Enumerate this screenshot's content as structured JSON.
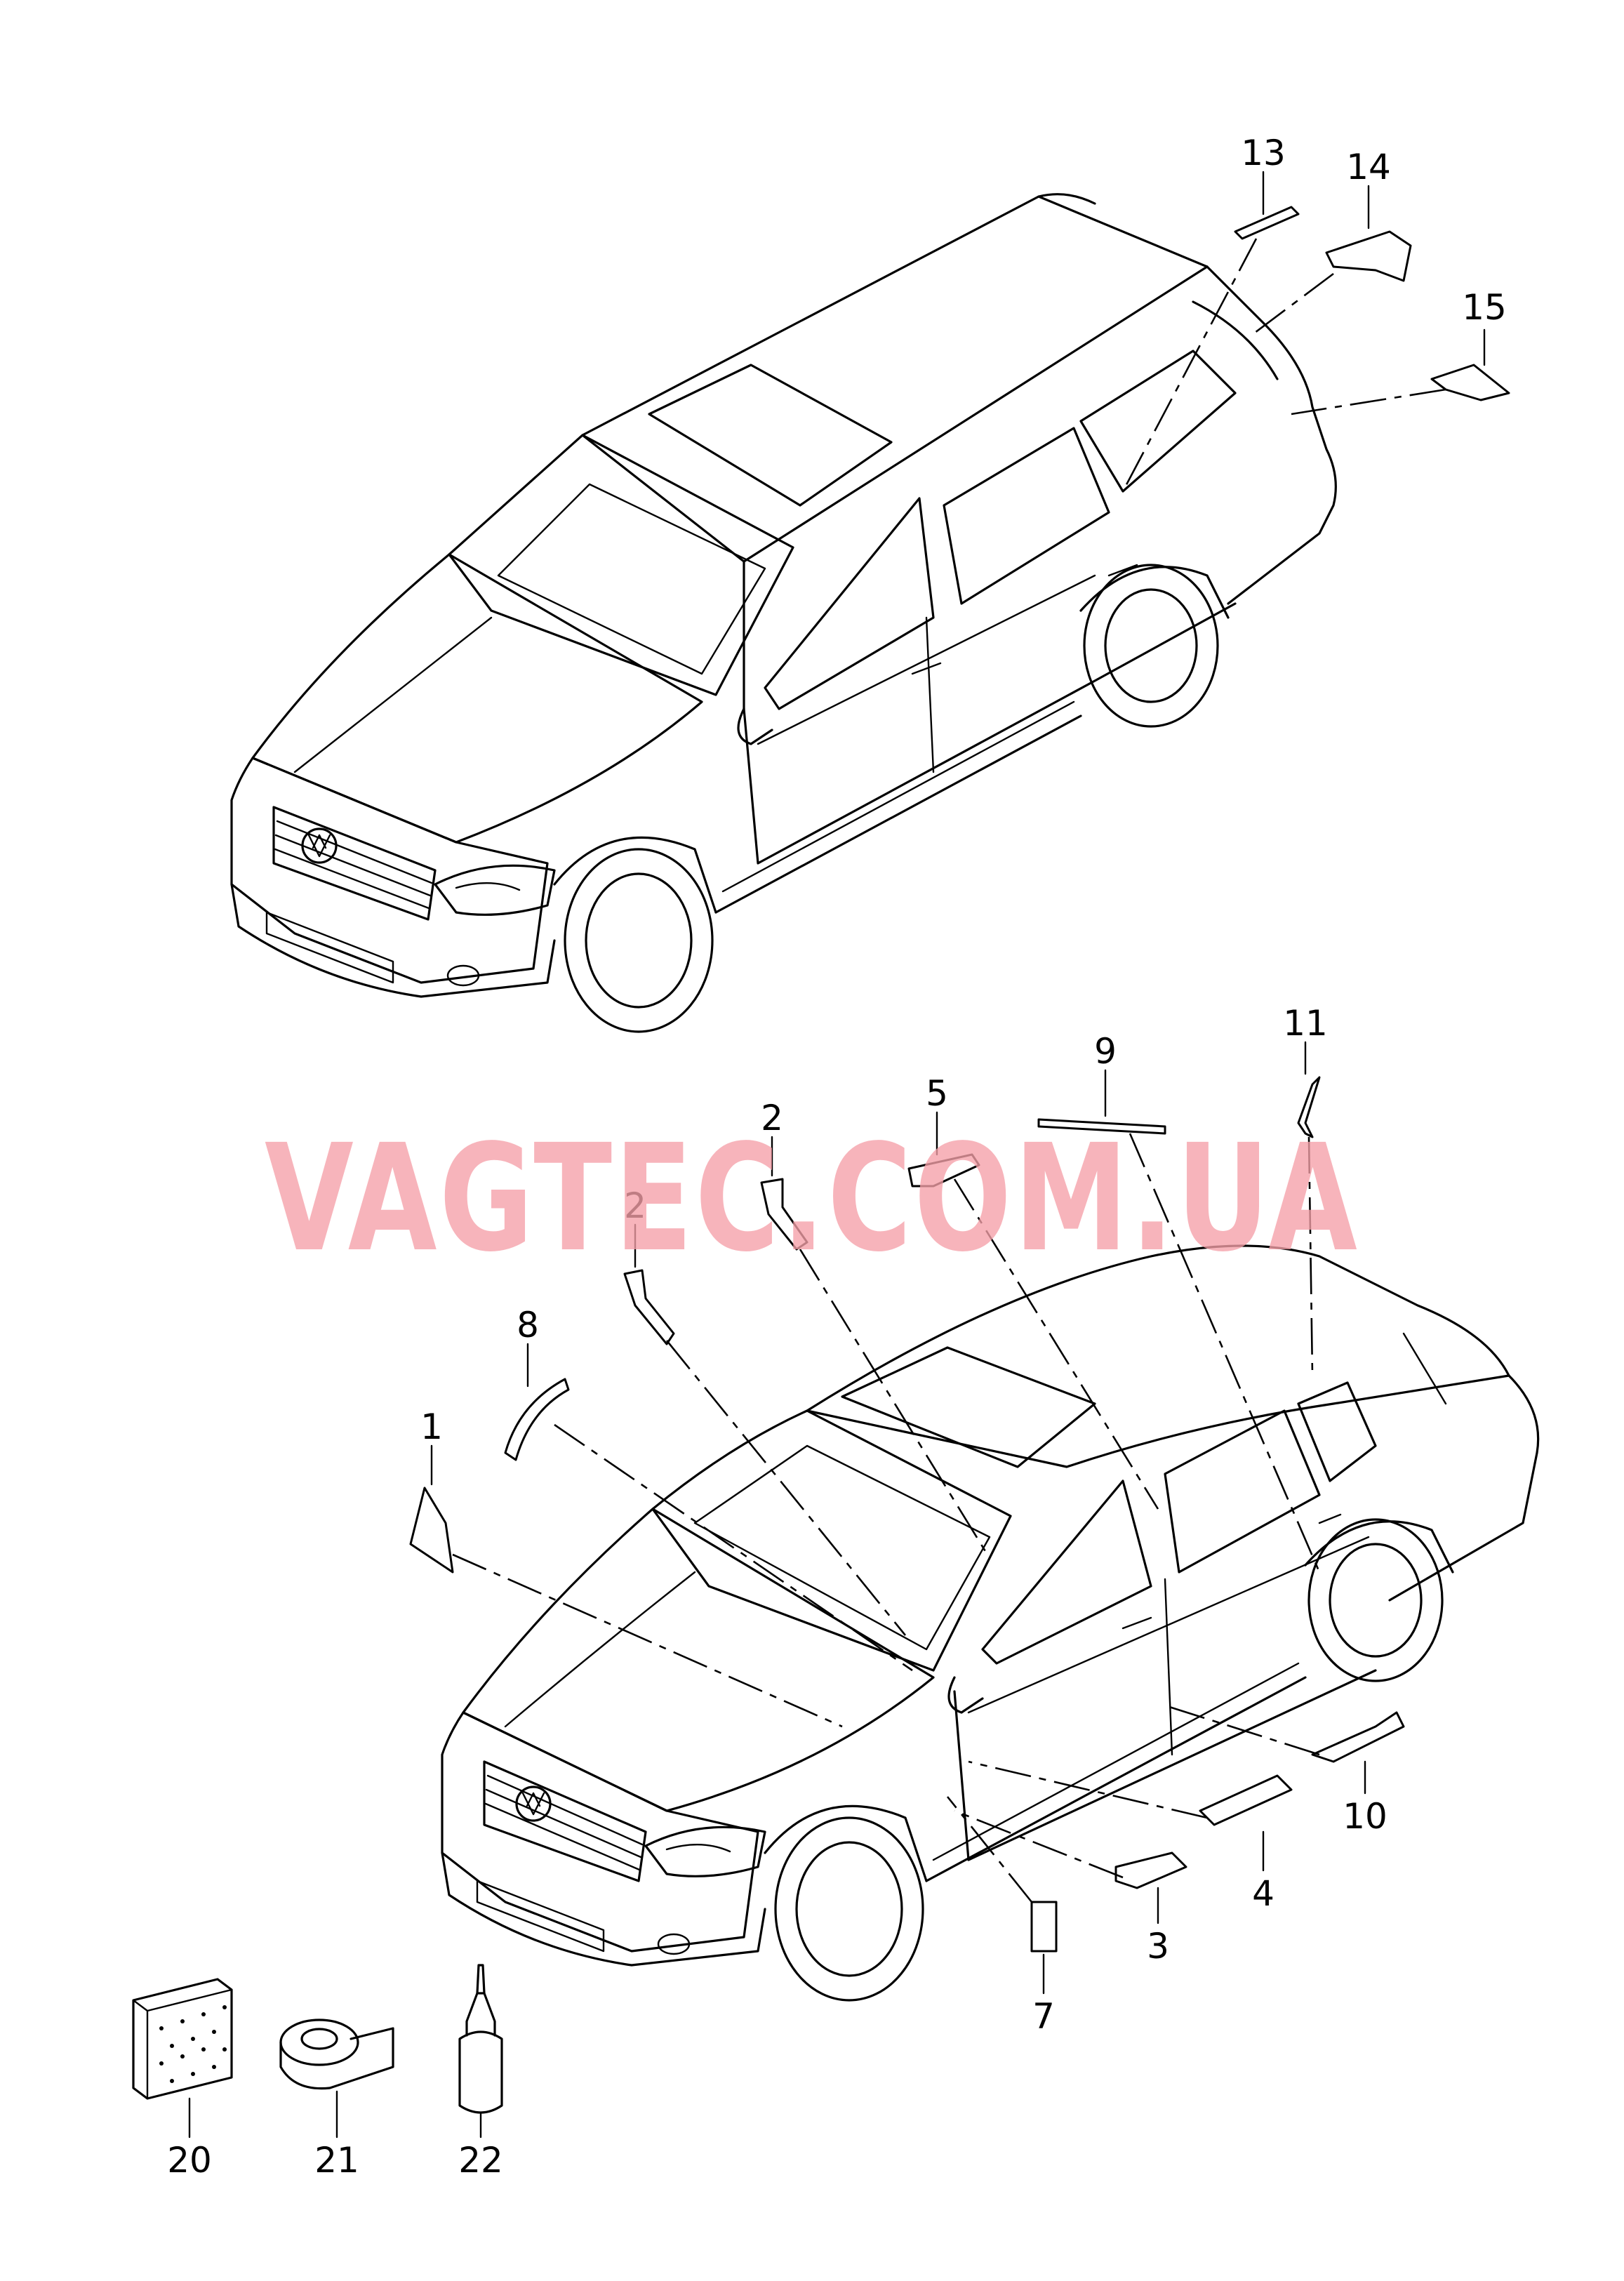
{
  "watermark": "VAGTEC.COM.UA",
  "callouts": {
    "c1": "1",
    "c2a": "2",
    "c2b": "2",
    "c3": "3",
    "c4": "4",
    "c5": "5",
    "c7": "7",
    "c8": "8",
    "c9": "9",
    "c10": "10",
    "c11": "11",
    "c13": "13",
    "c14": "14",
    "c15": "15",
    "c20": "20",
    "c21": "21",
    "c22": "22"
  },
  "colors": {
    "watermark": "#f5a0a8",
    "line": "#000000",
    "background": "#ffffff"
  }
}
